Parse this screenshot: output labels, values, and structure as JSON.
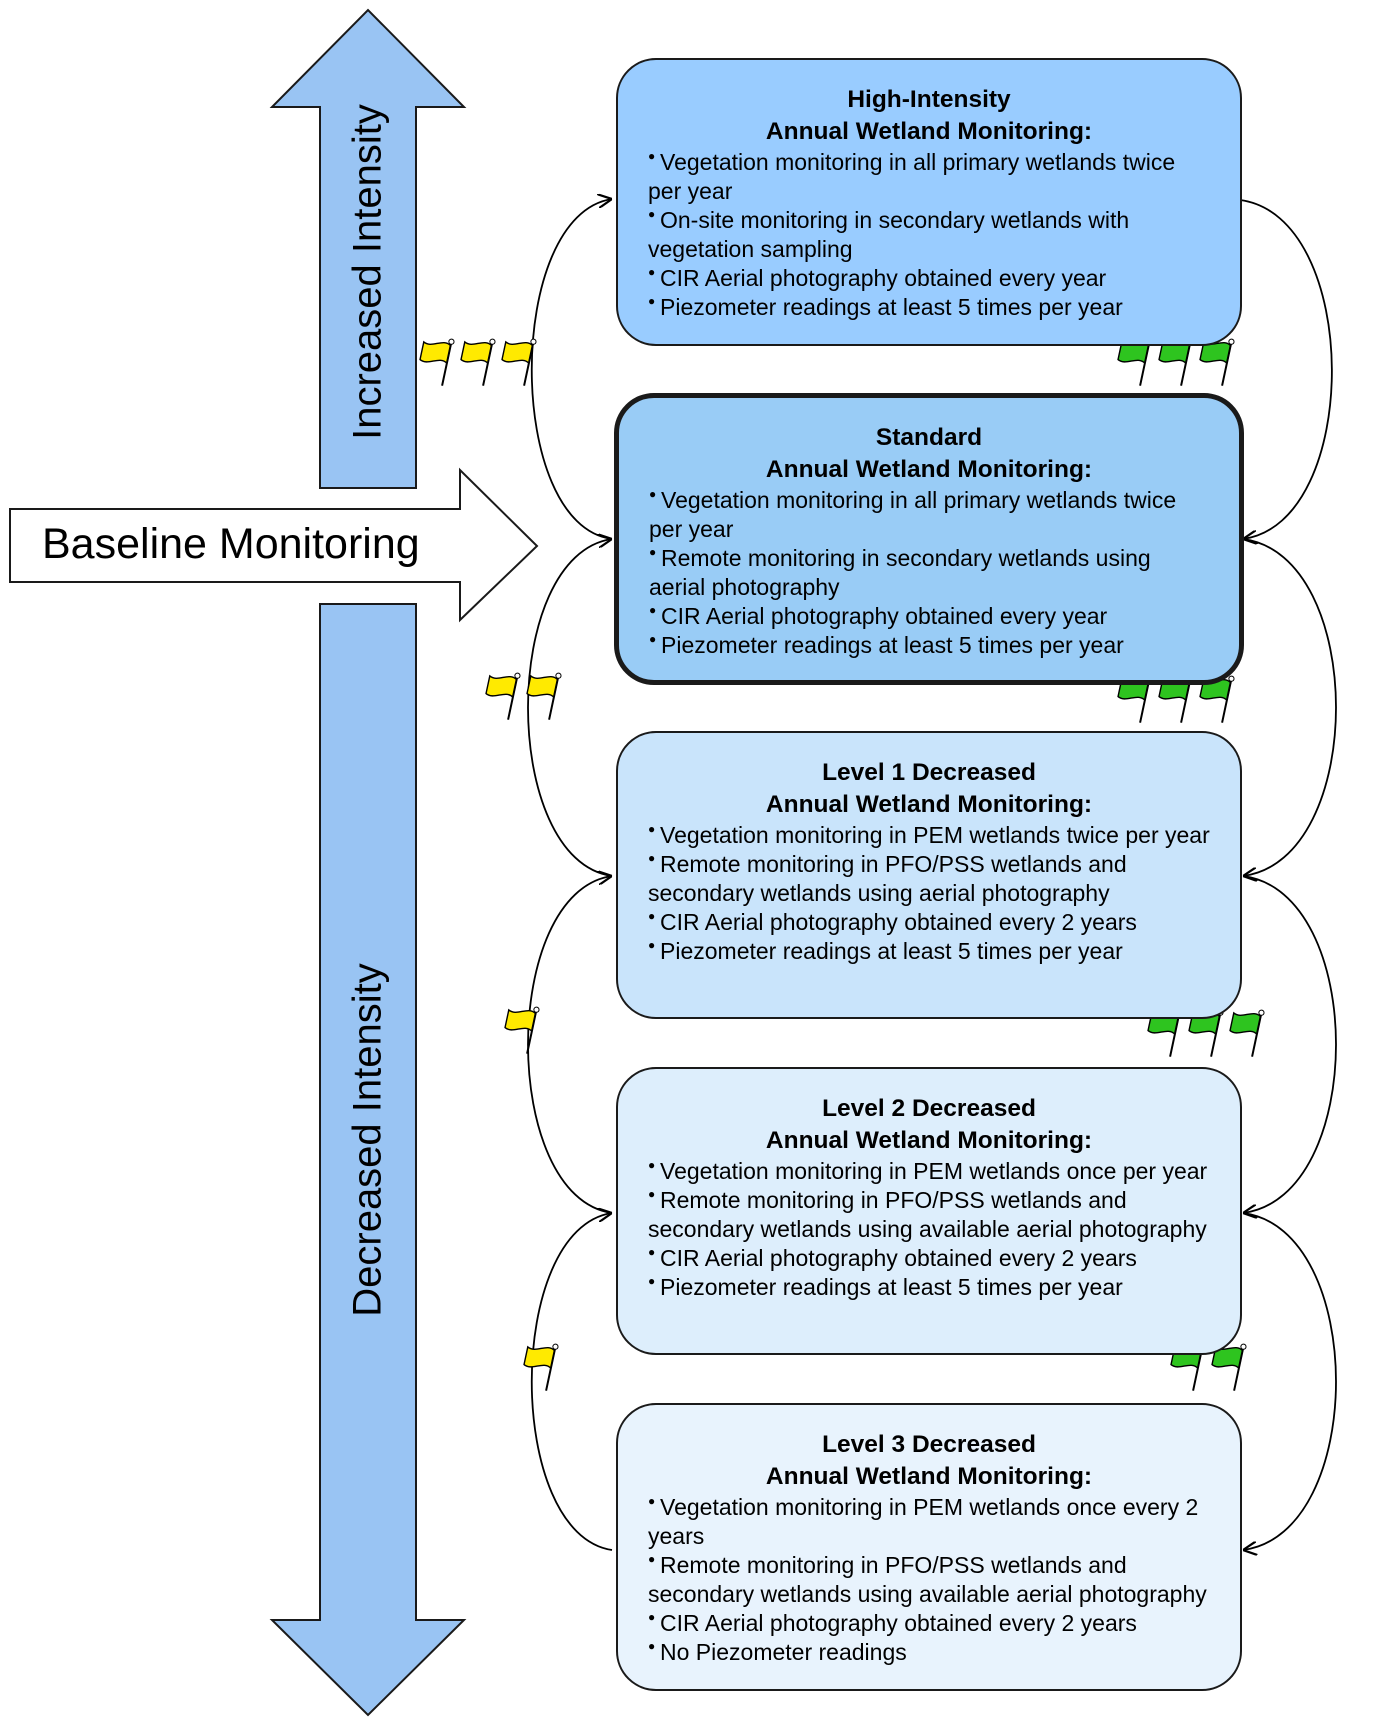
{
  "arrows": {
    "increased": "Increased Intensity",
    "decreased": "Decreased Intensity",
    "baseline": "Baseline Monitoring"
  },
  "boxes": [
    {
      "title": "High-Intensity",
      "subtitle": "Annual  Wetland Monitoring:",
      "items": [
        "Vegetation monitoring in all primary wetlands twice per year",
        "On-site monitoring in secondary wetlands with vegetation sampling",
        "CIR Aerial photography obtained every year",
        "Piezometer readings at least 5 times per year"
      ]
    },
    {
      "title": "Standard",
      "subtitle": "Annual  Wetland Monitoring:",
      "items": [
        "Vegetation monitoring in all primary wetlands twice per year",
        "Remote monitoring in secondary wetlands using aerial photography",
        "CIR Aerial photography obtained every year",
        "Piezometer readings at least 5 times per year"
      ]
    },
    {
      "title": "Level 1 Decreased",
      "subtitle": "Annual  Wetland Monitoring:",
      "items": [
        "Vegetation monitoring in PEM wetlands twice per year",
        "Remote monitoring in PFO/PSS wetlands and secondary wetlands using aerial photography",
        "CIR Aerial photography obtained every 2 years",
        "Piezometer readings at least 5 times per year"
      ]
    },
    {
      "title": "Level 2 Decreased",
      "subtitle": "Annual  Wetland Monitoring:",
      "items": [
        "Vegetation monitoring in PEM wetlands once per year",
        "Remote monitoring in PFO/PSS wetlands and secondary wetlands using available aerial photography",
        "CIR Aerial photography obtained every 2 years",
        "Piezometer readings at least 5 times per year"
      ]
    },
    {
      "title": "Level 3 Decreased",
      "subtitle": "Annual  Wetland Monitoring:",
      "items": [
        "Vegetation monitoring in PEM wetlands once every 2 years",
        "Remote monitoring in PFO/PSS wetlands and secondary wetlands using available aerial photography",
        "CIR Aerial photography obtained every 2 years",
        "No Piezometer readings"
      ]
    }
  ],
  "flags": {
    "yellow_counts": [
      3,
      2,
      1,
      1
    ],
    "green_counts": [
      3,
      3,
      3,
      2
    ]
  },
  "colors": {
    "arrow_fill": "#99c4f3",
    "box_fills": [
      "#99ccff",
      "#99ccf6",
      "#c9e4fb",
      "#ddeefc",
      "#e8f3fd"
    ],
    "yellow_flag": "#ffea00",
    "green_flag": "#2ec41f"
  }
}
